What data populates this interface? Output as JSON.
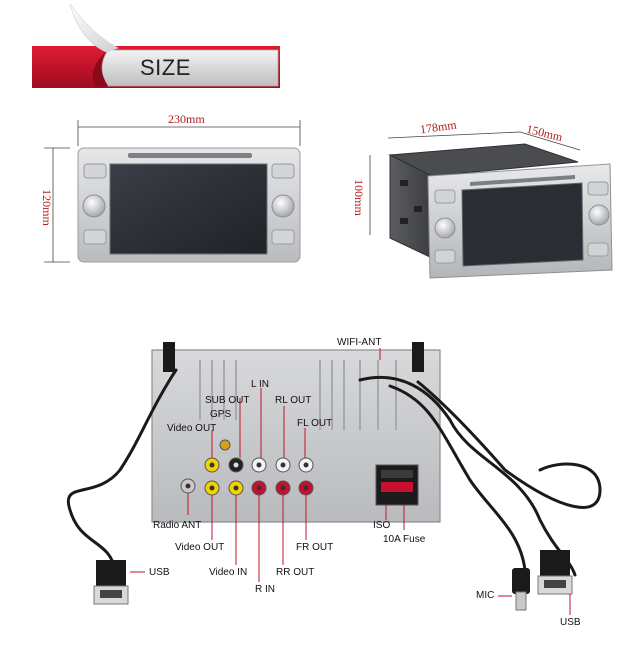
{
  "banner": {
    "title": "SIZE"
  },
  "dimensions": {
    "front_width": "230mm",
    "front_height": "120mm",
    "cage_width": "178mm",
    "cage_depth": "150mm",
    "cage_height": "100mm"
  },
  "connectors": {
    "wifi_ant": "WIFI-ANT",
    "l_in": "L IN",
    "sub_out": "SUB OUT",
    "rl_out": "RL OUT",
    "gps": "GPS",
    "video_out_top": "Video OUT",
    "fl_out": "FL OUT",
    "radio_ant": "Radio ANT",
    "video_out": "Video OUT",
    "video_in": "Video IN",
    "r_in": "R IN",
    "rr_out": "RR OUT",
    "fr_out": "FR OUT",
    "iso": "ISO",
    "fuse": "10A Fuse",
    "usb_left": "USB",
    "mic": "MIC",
    "usb_right": "USB"
  },
  "colors": {
    "accent_red": "#c8102e",
    "dimension_red": "#b21d1d",
    "silver": "#c9cacc",
    "screen": "#2a2d33"
  }
}
